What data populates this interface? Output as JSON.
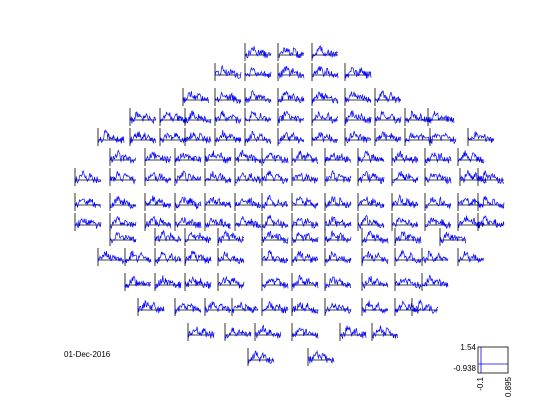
{
  "chart_data": {
    "type": "line",
    "title": "",
    "date_label": "01-Dec-2016",
    "series_color": "#0000ff",
    "axis_color": "#000000",
    "scale": {
      "ylim": [
        -0.938,
        1.54
      ],
      "xlim": [
        -0.1,
        0.895
      ],
      "y_tick_labels": [
        "1.54",
        "-0.938"
      ],
      "x_tick_labels": [
        "-0.1",
        "0.895"
      ]
    },
    "channel_count": 132,
    "grid": false,
    "legend": "none"
  }
}
